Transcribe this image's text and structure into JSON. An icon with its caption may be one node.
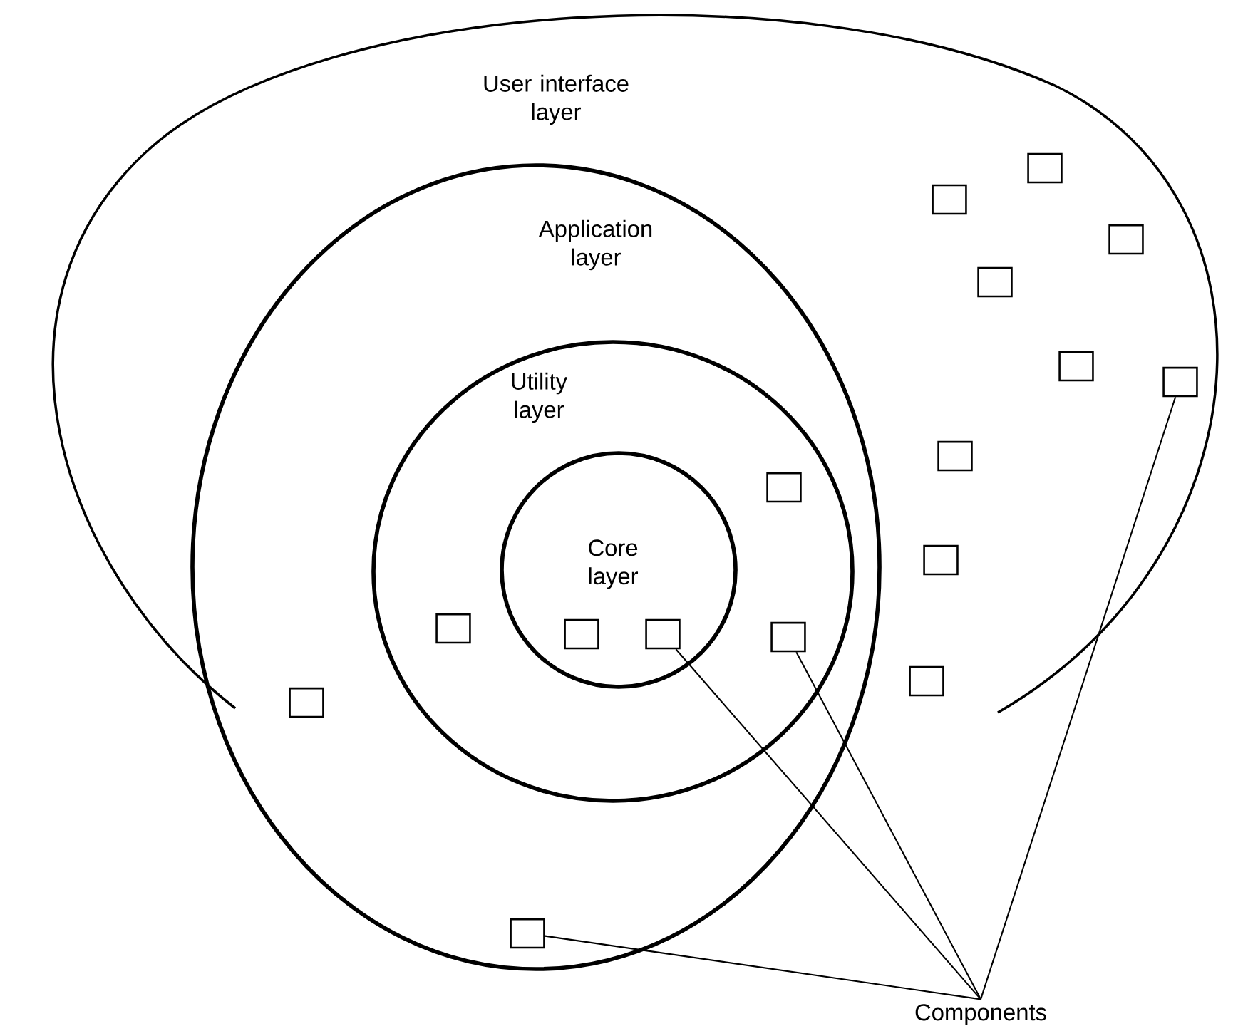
{
  "diagram": {
    "nodes": [
      {
        "text": [
          "User interface layer"
        ]
      },
      {
        "text": [
          "Application layer"
        ]
      },
      {
        "text": [
          "Utility layer"
        ],
        "in": 1
      },
      {
        "text": [
          "Core layer"
        ],
        "in": 2
      },
      {
        "text": [],
        "shape": "box",
        "in": 0
      },
      {
        "text": [],
        "shape": "box",
        "in": 0
      },
      {
        "text": [],
        "shape": "box",
        "in": 0
      },
      {
        "text": [],
        "shape": "box",
        "in": 0
      },
      {
        "text": [],
        "shape": "box",
        "in": 0
      },
      {
        "text": [],
        "shape": "box",
        "in": 0
      },
      {
        "text": [],
        "shape": "box",
        "in": 0
      },
      {
        "text": [],
        "shape": "box",
        "in": 2
      },
      {
        "text": [],
        "shape": "box",
        "in": 0
      },
      {
        "text": [],
        "shape": "box",
        "in": 2
      },
      {
        "text": [],
        "shape": "box",
        "in": 3
      },
      {
        "text": [],
        "shape": "box",
        "in": 3
      },
      {
        "text": [],
        "shape": "box",
        "in": 2
      },
      {
        "text": [],
        "shape": "box",
        "in": 0
      },
      {
        "text": [],
        "shape": "box"
      },
      {
        "text": [],
        "shape": "box",
        "in": 1
      },
      {
        "text": [
          "Components"
        ]
      }
    ],
    "edges": [
      {
        "from": 20,
        "to": 19,
        "arrow": "none"
      },
      {
        "from": 20,
        "to": 15,
        "arrow": "none"
      },
      {
        "from": 20,
        "to": 16,
        "arrow": "none"
      },
      {
        "from": 20,
        "to": 9,
        "arrow": "none"
      }
    ]
  }
}
